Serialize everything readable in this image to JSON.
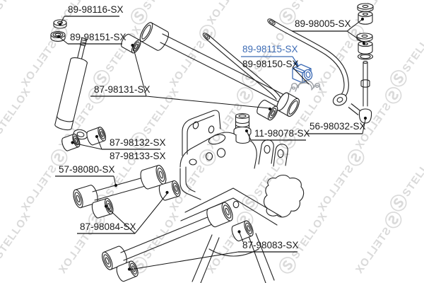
{
  "brand": "STELLOX",
  "watermark": {
    "glyph": "Ⓢ",
    "text": "STELLOX"
  },
  "colors": {
    "highlight": "#3e6cb5",
    "line": "#222222",
    "gray_part": "#9b9fa4",
    "watermark": "#dadada",
    "background": "#ffffff"
  },
  "labels": {
    "top_mount_washer": "89-98116-SX",
    "top_mount_bushing": "89-98151-SX",
    "lateral_rod_bushing": "87-98131-SX",
    "link_bushing_kit": "89-98005-SX",
    "stabilizer_bushing": "89-98115-SX",
    "stabilizer_bracket": "89-98150-SX",
    "bump_stop": "11-98078-SX",
    "stabilizer_link": "56-98032-SX",
    "shock_bushing_upper": "87-98132-SX",
    "shock_bushing_lower": "87-98133-SX",
    "upper_control_arm": "57-98080-SX",
    "control_arm_bushing": "87-98084-SX",
    "lower_arm_bushing": "87-98083-SX"
  },
  "highlighted_part": "89-98115-SX"
}
